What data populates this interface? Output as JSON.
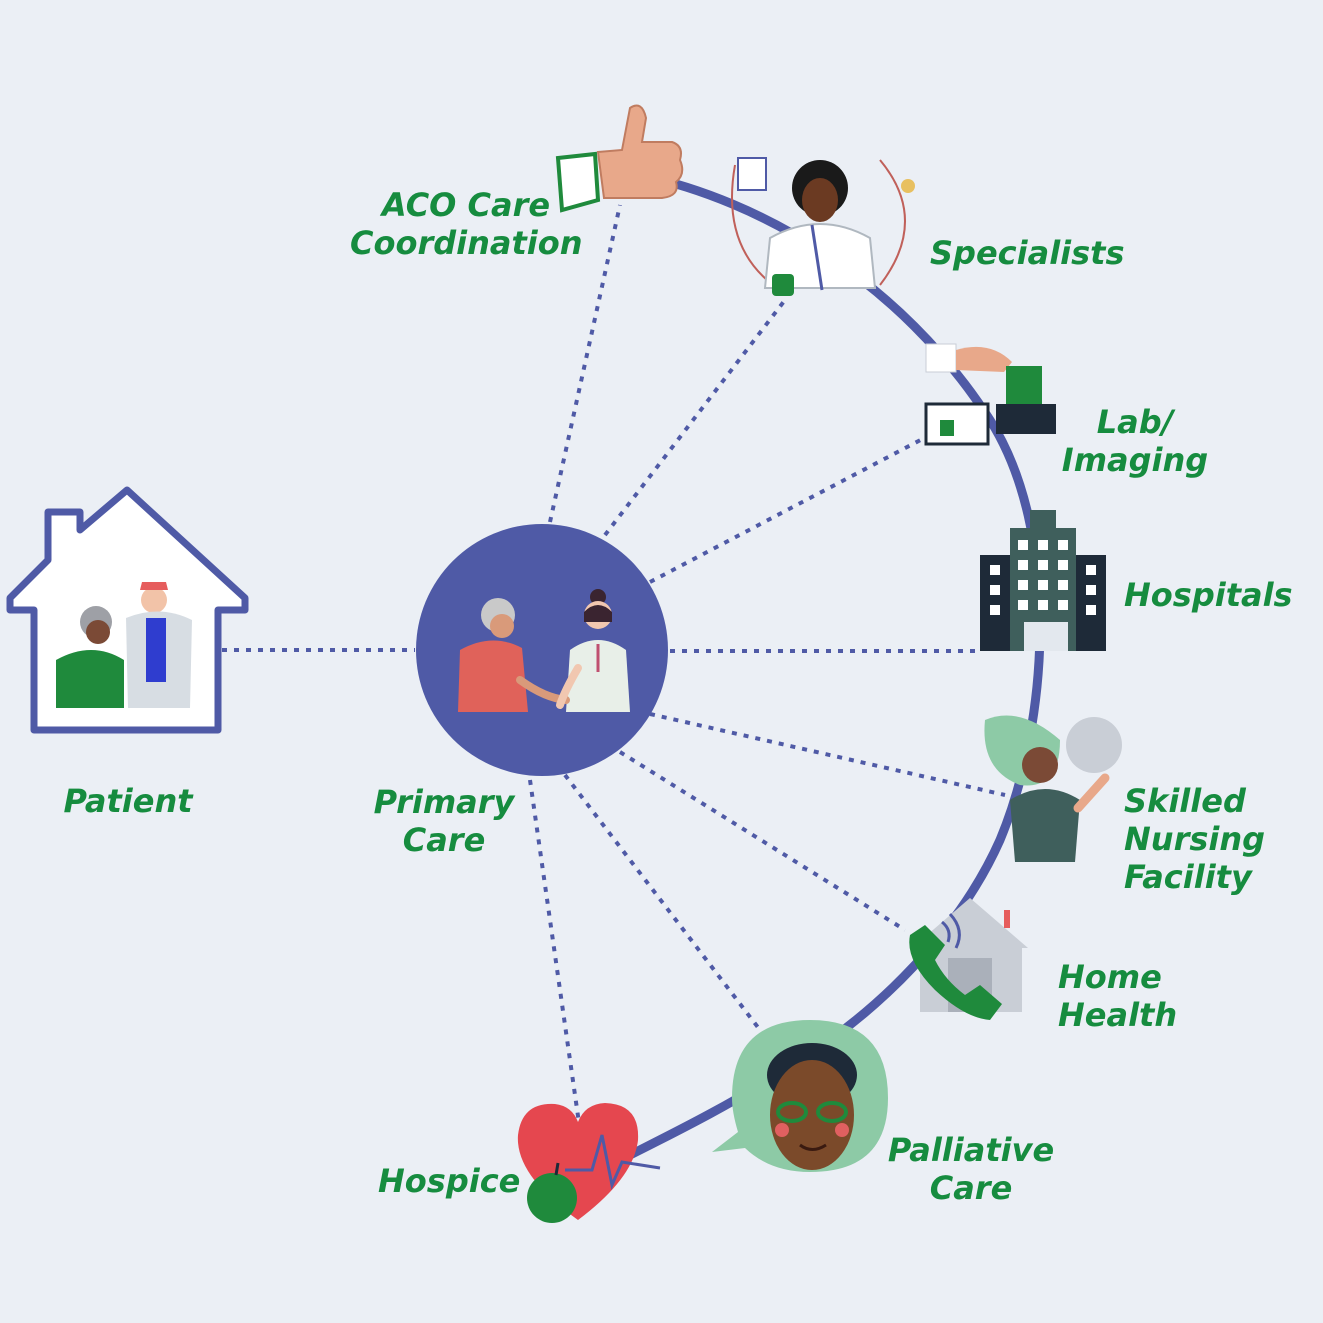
{
  "colors": {
    "background": "#ebeff5",
    "ring": "#4f5aa6",
    "label": "#168c3f",
    "hub": "#4f5aa6"
  },
  "hub": {
    "lines": [
      "Primary",
      "Care"
    ],
    "icon": "handshake-doctor-patient-icon"
  },
  "patient": {
    "lines": [
      "Patient"
    ],
    "icon": "home-couple-icon"
  },
  "nodes": [
    {
      "id": "aco",
      "lines": [
        "ACO Care",
        "Coordination"
      ],
      "icon": "thumbs-up-icon"
    },
    {
      "id": "specialists",
      "lines": [
        "Specialists"
      ],
      "icon": "specialist-doctor-icon"
    },
    {
      "id": "lab",
      "lines": [
        "Lab/",
        "Imaging"
      ],
      "icon": "lab-printer-icon"
    },
    {
      "id": "hospitals",
      "lines": [
        "Hospitals"
      ],
      "icon": "hospital-building-icon"
    },
    {
      "id": "snf",
      "lines": [
        "Skilled",
        "Nursing",
        "Facility"
      ],
      "icon": "nurse-icon"
    },
    {
      "id": "home-health",
      "lines": [
        "Home",
        "Health"
      ],
      "icon": "phone-house-icon"
    },
    {
      "id": "palliative",
      "lines": [
        "Palliative",
        "Care"
      ],
      "icon": "woman-speech-bubble-icon"
    },
    {
      "id": "hospice",
      "lines": [
        "Hospice"
      ],
      "icon": "heart-apple-icon"
    }
  ]
}
